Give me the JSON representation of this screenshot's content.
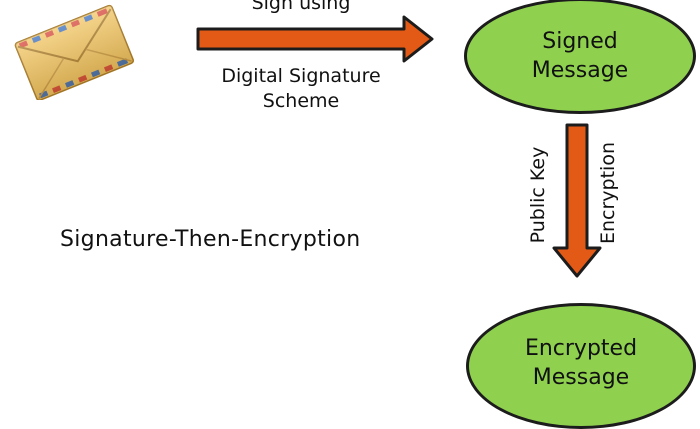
{
  "diagram": {
    "title": "Signature-Then-Encryption",
    "arrow_horizontal": {
      "label_top": "Sign using",
      "label_bottom_line1": "Digital Signature",
      "label_bottom_line2": "Scheme"
    },
    "arrow_vertical": {
      "label_left": "Public Key",
      "label_right": "Encryption"
    },
    "nodes": [
      {
        "id": "signed",
        "line1": "Signed",
        "line2": "Message"
      },
      {
        "id": "encrypted",
        "line1": "Encrypted",
        "line2": "Message"
      }
    ],
    "icons": {
      "message": "envelope-icon"
    },
    "colors": {
      "node_fill": "#8fd14f",
      "node_stroke": "#1c1c1c",
      "arrow_fill": "#e35a16",
      "arrow_stroke": "#1c1c1c"
    }
  }
}
